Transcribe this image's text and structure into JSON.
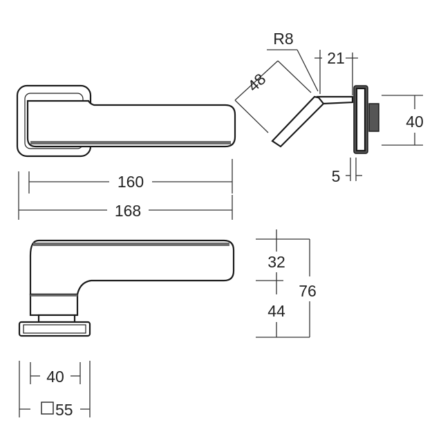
{
  "dimensions": {
    "length_inner": "160",
    "length_total": "168",
    "radius": "R8",
    "angle_length": "48",
    "offset": "21",
    "rose_height": "40",
    "rose_thickness": "5",
    "upper_height": "32",
    "lower_height": "44",
    "total_height": "76",
    "rose_width": "40",
    "square_size": "55"
  },
  "symbols": {
    "square_icon": "square-outline"
  },
  "colors": {
    "line": "#1a1a1a",
    "fill_dark": "#555555",
    "background": "#ffffff"
  }
}
